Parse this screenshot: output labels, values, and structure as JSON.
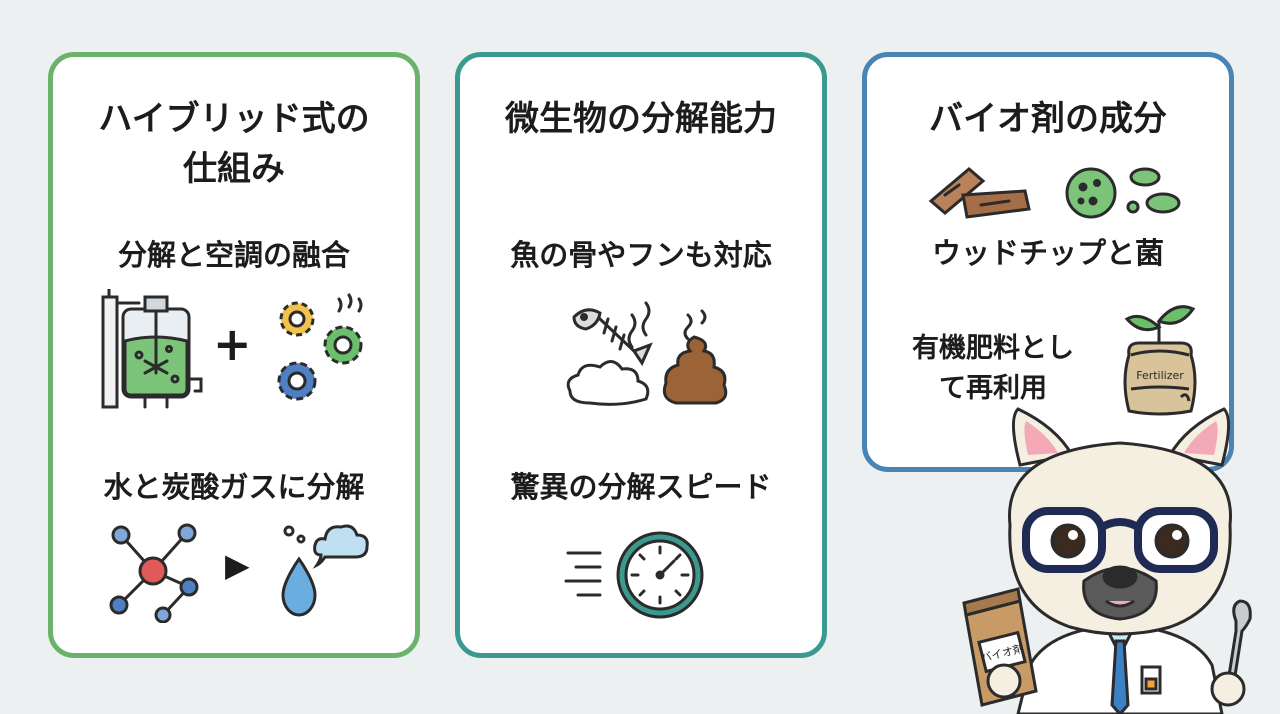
{
  "panels": [
    {
      "title_line1": "ハイブリッド式の",
      "title_line2": "仕組み",
      "item1": "分解と空調の融合",
      "item2": "水と炭酸ガスに分解",
      "plus": "+",
      "arrow": "▶",
      "accent": "#6bb36a"
    },
    {
      "title": "微生物の分解能力",
      "item1": "魚の骨やフンも対応",
      "item2": "驚異の分解スピード",
      "accent": "#3a9a90"
    },
    {
      "title": "バイオ剤の成分",
      "item1": "ウッドチップと菌",
      "item2_line1": "有機肥料とし",
      "item2_line2": "て再利用",
      "fertilizer_label": "Fertilizer",
      "accent": "#4a84b4"
    }
  ],
  "mascot": {
    "bag_label": "バイオ剤"
  },
  "icons": [
    "tank-icon",
    "gears-icon",
    "molecule-icon",
    "water-drop-icon",
    "gas-cloud-icon",
    "fish-bone-icon",
    "poop-icon",
    "speed-clock-icon",
    "wood-chips-icon",
    "bacteria-icon",
    "fertilizer-bag-icon",
    "bulldog-mascot"
  ]
}
